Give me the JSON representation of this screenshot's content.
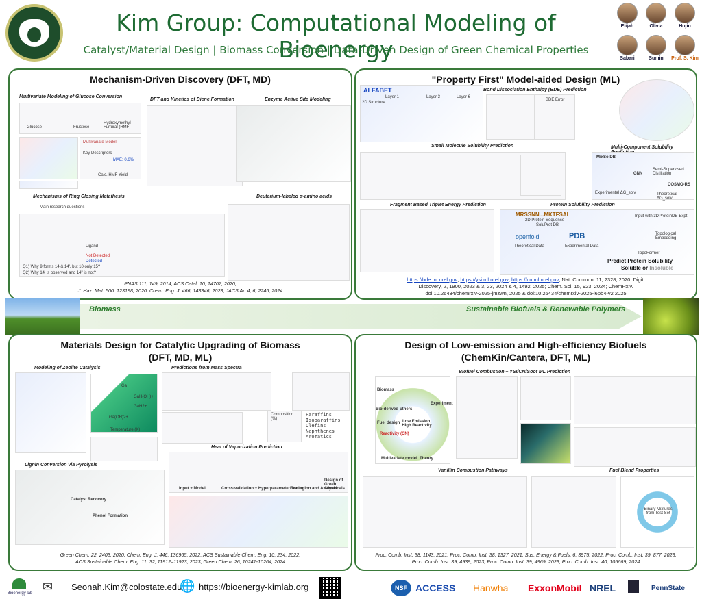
{
  "header": {
    "title": "Kim Group: Computational Modeling of Bioenergy",
    "subtitle": "Catalyst/Material Design | Biomass Conversion | Data-Driven Design of Green Chemical Properties",
    "people": [
      "Elijah",
      "Olivia",
      "Hojin",
      "Sabari",
      "Sumin",
      "Prof. S. Kim"
    ]
  },
  "panel1": {
    "title": "Mechanism-Driven Discovery (DFT, MD)",
    "subs": [
      "Multivariate Modeling of Glucose Conversion",
      "DFT and Kinetics of Diene Formation",
      "Enzyme Active Site Modeling",
      "Mechanisms of Ring Closing Metathesis",
      "Deuterium-labeled α-amino acids"
    ],
    "fig_labels": [
      "Glucose",
      "Fructose",
      "Hydroxymethyl-Furfural (HMF)",
      "Multivariate Model",
      "Key Descriptors",
      "MAE: 0.6%",
      "Calc. HMF Yield",
      "Main research questions",
      "Q1) Why 9 forms 14 & 14', but 10 only 15?",
      "Q2) Why 14' is observed and 14\" is not?",
      "Not Detected",
      "Detected",
      "Ligand"
    ],
    "cite": [
      "PNAS 111, 149, 2014; ACS Catal. 10, 14707, 2020;",
      "J. Haz. Mat. 500, 123198, 2020; Chem. Eng. J. 466, 143346, 2023; JACS Au 4, 6, 2246, 2024"
    ]
  },
  "panel2": {
    "title": "\"Property First\" Model-aided Design (ML)",
    "subs": [
      "Bond Dissociation Enthalpy (BDE) Prediction",
      "Small Molecule Solubility Prediction",
      "Multi-Component Solubility Prediction",
      "Fragment Based Triplet Energy Prediction",
      "Protein Solubility Prediction"
    ],
    "fig_labels": [
      "ALFABET",
      "2D Structure",
      "Layer 1",
      "Layer 3",
      "Layer 6",
      "BDE Error",
      "MixSolDB",
      "GNN",
      "Semi-Supervised Distillation",
      "COSMO-RS",
      "Experimental ΔG_solv",
      "Theoretical ΔG_solv",
      "MRSSNN...MKTFSAI",
      "2D Protein Sequence",
      "SoluProt DB",
      "openfold",
      "PDB",
      "Theoretical Data",
      "Experimental Data",
      "Input with 3DProteinDB-Expt",
      "Topological Embedding",
      "TopoFormer"
    ],
    "predict_line": "Predict Protein Solubility",
    "soluble": "Soluble",
    "or": "or",
    "insoluble": "Insoluble",
    "links": [
      "https://bde.ml.nrel.gov",
      "https://ysi.ml.nrel.gov",
      "https://cn.ml.nrel.gov"
    ],
    "cite": [
      "; Nat. Commun. 11, 2328, 2020; Digit.",
      "Discovery, 2, 1900, 2023 & 3, 23, 2024 & 4, 1492, 2025; Chem. Sci. 15, 923, 2024; ChemRxiv.",
      "doi:10.26434/chemrxiv-2025-jmzwn, 2025 & doi:10.26434/chemrxiv-2025-l6pb4-v2 2025"
    ]
  },
  "banner": {
    "left": "Biomass",
    "right": "Sustainable Biofuels & Renewable Polymers"
  },
  "panel3": {
    "title_1": "Materials Design for Catalytic Upgrading of Biomass",
    "title_2": "(DFT, MD, ML)",
    "subs": [
      "Modeling of Zeolite Catalysis",
      "Predictions from Mass Spectra",
      "Lignin Conversion via Pyrolysis",
      "Heat of Vaporization Prediction"
    ],
    "fig_labels": [
      "Temperature (K)",
      "Ga(OH)2+",
      "GaH(OH)+",
      "GaH2+",
      "Ga+",
      "Composition (%)",
      "Paraffins",
      "Isoparaffins",
      "Olefins",
      "Naphthenes",
      "Aromatics",
      "Catalyst Recovery",
      "Phenol Formation",
      "Input + Model",
      "Cross-validation + Hyperparameter Tuning",
      "Evaluation and Analysis",
      "Design of Green Chemicals"
    ],
    "cite": [
      "Green Chem. 22, 2403, 2020; Chem. Eng. J. 446, 136965, 2022; ACS Sustainable Chem. Eng. 10, 234, 2022;",
      "ACS Sustainable Chem. Eng. 11, 32, 11912–11923, 2023; Green Chem. 26, 10247-10264, 2024"
    ]
  },
  "panel4": {
    "title_1": "Design of Low-emission and High-efficiency Biofuels",
    "title_2": "(ChemKin/Cantera, DFT, ML)",
    "subs": [
      "Biofuel Combustion – YSI/CN/Soot ML Prediction",
      "Vanillin Combustion Pathways",
      "Fuel Blend Properties"
    ],
    "fig_labels": [
      "Biomass",
      "Bio-derived Ethers",
      "Fuel design",
      "Reactivity (CN)",
      "Low Emission, High Reactivity",
      "Experiment",
      "Theory",
      "Multivariate model",
      "Binary Mixtures from Test Set"
    ],
    "cite": [
      "Proc. Comb. Inst. 38, 1143, 2021; Proc. Comb. Inst. 38, 1327, 2021; Sus. Energy & Fuels, 6, 3975, 2022; Proc. Comb. Inst. 39, 877, 2023;",
      "Proc. Comb. Inst. 39, 4939, 2023; Proc. Comb. Inst. 39, 4969, 2023; Proc. Comb. Inst. 40, 105669, 2024"
    ]
  },
  "footer": {
    "lab": "Bioenergy lab",
    "email": "Seonah.Kim@colostate.edu",
    "url": "https://bioenergy-kimlab.org",
    "sponsors": [
      "NSF",
      "ACCESS",
      "Hanwha",
      "ExxonMobil",
      "NREL",
      "",
      "PennState"
    ],
    "colors": {
      "green": "#1e6b33",
      "panel_border": "#3a7a3a",
      "link": "#1545c0"
    }
  }
}
